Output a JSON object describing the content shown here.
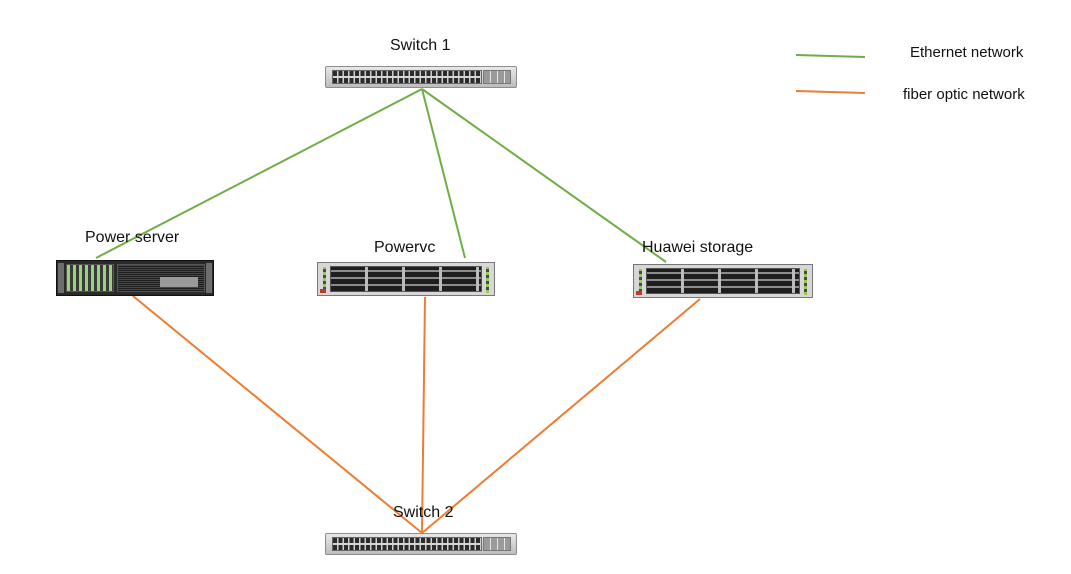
{
  "nodes": {
    "switch1": {
      "label": "Switch 1"
    },
    "switch2": {
      "label": "Switch 2"
    },
    "power_server": {
      "label": "Power server"
    },
    "powervc": {
      "label": "Powervc"
    },
    "huawei_storage": {
      "label": "Huawei storage"
    }
  },
  "legend": {
    "ethernet": {
      "label": "Ethernet network",
      "color": "#70ad47"
    },
    "fiber": {
      "label": "fiber optic network",
      "color": "#ed7d31"
    }
  },
  "edges": [
    {
      "from": "switch1",
      "to": "power_server",
      "network": "ethernet"
    },
    {
      "from": "switch1",
      "to": "powervc",
      "network": "ethernet"
    },
    {
      "from": "switch1",
      "to": "huawei_storage",
      "network": "ethernet"
    },
    {
      "from": "power_server",
      "to": "switch2",
      "network": "fiber"
    },
    {
      "from": "powervc",
      "to": "switch2",
      "network": "fiber"
    },
    {
      "from": "huawei_storage",
      "to": "switch2",
      "network": "fiber"
    }
  ]
}
